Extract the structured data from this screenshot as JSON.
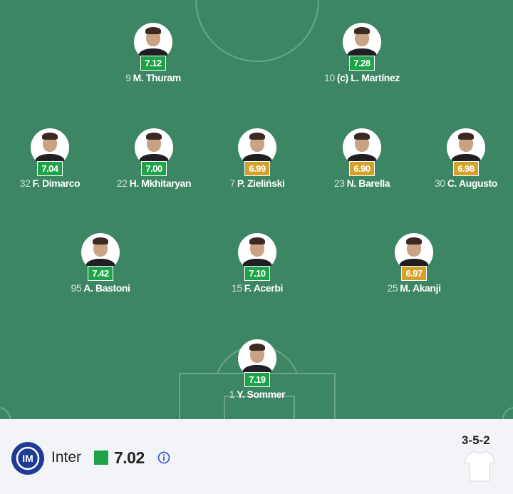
{
  "team": {
    "name": "Inter",
    "rating": "7.02",
    "formation": "3-5-2",
    "accent_color": "#1fa34a",
    "logo_color": "#1e3b96",
    "logo_letters": "IM"
  },
  "players": [
    {
      "row": 0,
      "col": 0,
      "number": "9",
      "name": "M. Thuram",
      "rating": "7.12",
      "tier": "green"
    },
    {
      "row": 0,
      "col": 1,
      "number": "10",
      "name": "(c) L. Martínez",
      "rating": "7.28",
      "tier": "green"
    },
    {
      "row": 1,
      "col": 0,
      "number": "32",
      "name": "F. Dimarco",
      "rating": "7.04",
      "tier": "green"
    },
    {
      "row": 1,
      "col": 1,
      "number": "22",
      "name": "H. Mkhitaryan",
      "rating": "7.00",
      "tier": "green"
    },
    {
      "row": 1,
      "col": 2,
      "number": "7",
      "name": "P. Zieliński",
      "rating": "6.99",
      "tier": "gold"
    },
    {
      "row": 1,
      "col": 3,
      "number": "23",
      "name": "N. Barella",
      "rating": "6.90",
      "tier": "gold"
    },
    {
      "row": 1,
      "col": 4,
      "number": "30",
      "name": "C. Augusto",
      "rating": "6.98",
      "tier": "gold"
    },
    {
      "row": 2,
      "col": 0,
      "number": "95",
      "name": "A. Bastoni",
      "rating": "7.42",
      "tier": "green"
    },
    {
      "row": 2,
      "col": 1,
      "number": "15",
      "name": "F. Acerbi",
      "rating": "7.10",
      "tier": "green"
    },
    {
      "row": 2,
      "col": 2,
      "number": "25",
      "name": "M. Akanji",
      "rating": "6.97",
      "tier": "gold"
    },
    {
      "row": 3,
      "col": 0,
      "number": "1",
      "name": "Y. Sommer",
      "rating": "7.19",
      "tier": "green"
    }
  ],
  "icons": {
    "info": "info-icon",
    "kit": "shirt-icon",
    "team_logo": "inter-logo"
  }
}
